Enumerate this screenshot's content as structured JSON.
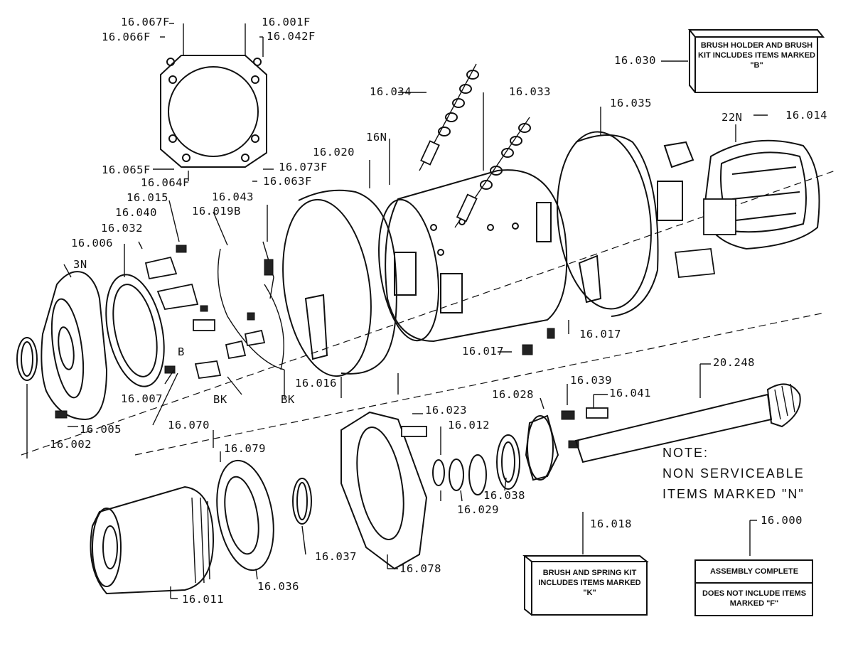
{
  "labels": {
    "l16067f": "16.067F",
    "l16066f": "16.066F",
    "l16001f": "16.001F",
    "l16042f": "16.042F",
    "l16030": "16.030",
    "l16034": "16.034",
    "l16033": "16.033",
    "l16035": "16.035",
    "l22n": "22N",
    "l16014": "16.014",
    "l16020": "16.020",
    "l16n": "16N",
    "l16065f": "16.065F",
    "l16073f": "16.073F",
    "l16064f": "16.064F",
    "l16063f": "16.063F",
    "l16015": "16.015",
    "l16043": "16.043",
    "l16019b": "16.019B",
    "l16040": "16.040",
    "l16032": "16.032",
    "l16006": "16.006",
    "l3n": "3N",
    "lb": "B",
    "l16007": "16.007",
    "lbk1": "BK",
    "lbk2": "BK",
    "l16016": "16.016",
    "l16017a": "16.017",
    "l16017b": "16.017",
    "l16005": "16.005",
    "l16002": "16.002",
    "l16070": "16.070",
    "l16023": "16.023",
    "l16012": "16.012",
    "l16028": "16.028",
    "l16039": "16.039",
    "l16041": "16.041",
    "l20248": "20.248",
    "l16079": "16.079",
    "l16038": "16.038",
    "l16029": "16.029",
    "l16037": "16.037",
    "l16078": "16.078",
    "l16036": "16.036",
    "l16011": "16.011",
    "l16018": "16.018",
    "l16000": "16.000"
  },
  "boxes": {
    "brush_holder_kit": "BRUSH HOLDER AND BRUSH KIT INCLUDES ITEMS MARKED \"B\"",
    "brush_spring_kit": "BRUSH AND SPRING KIT INCLUDES ITEMS MARKED \"K\"",
    "assembly_top": "ASSEMBLY COMPLETE",
    "assembly_bottom": "DOES NOT INCLUDE ITEMS MARKED \"F\""
  },
  "note": {
    "line1": "NOTE:",
    "line2": "NON SERVICEABLE",
    "line3": "ITEMS MARKED \"N\""
  }
}
